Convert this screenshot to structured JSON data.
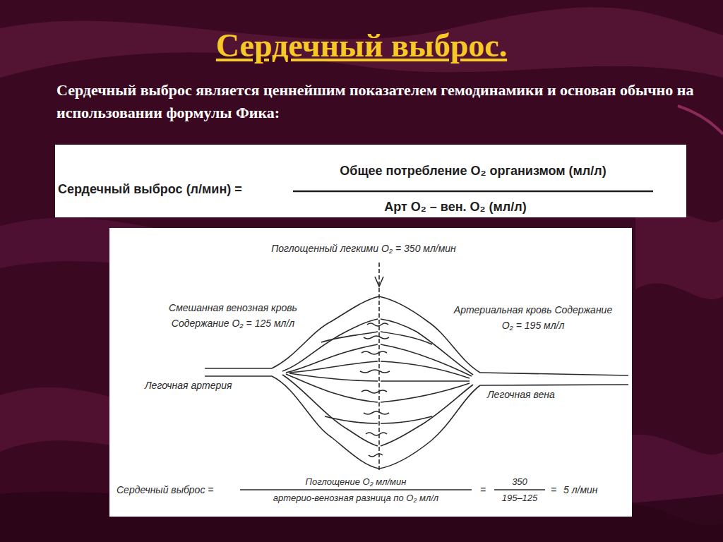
{
  "diagram": {
    "title": "Сердечный выброс.",
    "labels": [
      "Сердечный выброс является ценнейшим показателем гемодинамики и основан обычно на использовании формулы Фика:",
      "Сердечный выброс (л/мин) =",
      "Общее потребление O₂ организмом (мл/л)",
      "Арт O₂ – вен. O₂ (мл/л)",
      "Поглощенный легкими O₂ = 350 мл/мин",
      "Смешанная венозная кровь Содержание O₂ = 125 мл/л",
      "Артериальная кровь Содержание O₂ = 195 мл/л",
      "Легочная артерия",
      "Легочная вена",
      "Сердечный выброс =",
      "Поглощение O₂ мл/мин",
      "артерио-венозная разница по O₂ мл/л",
      "=",
      "350",
      "195–125",
      "=",
      "5 л/мин"
    ]
  }
}
